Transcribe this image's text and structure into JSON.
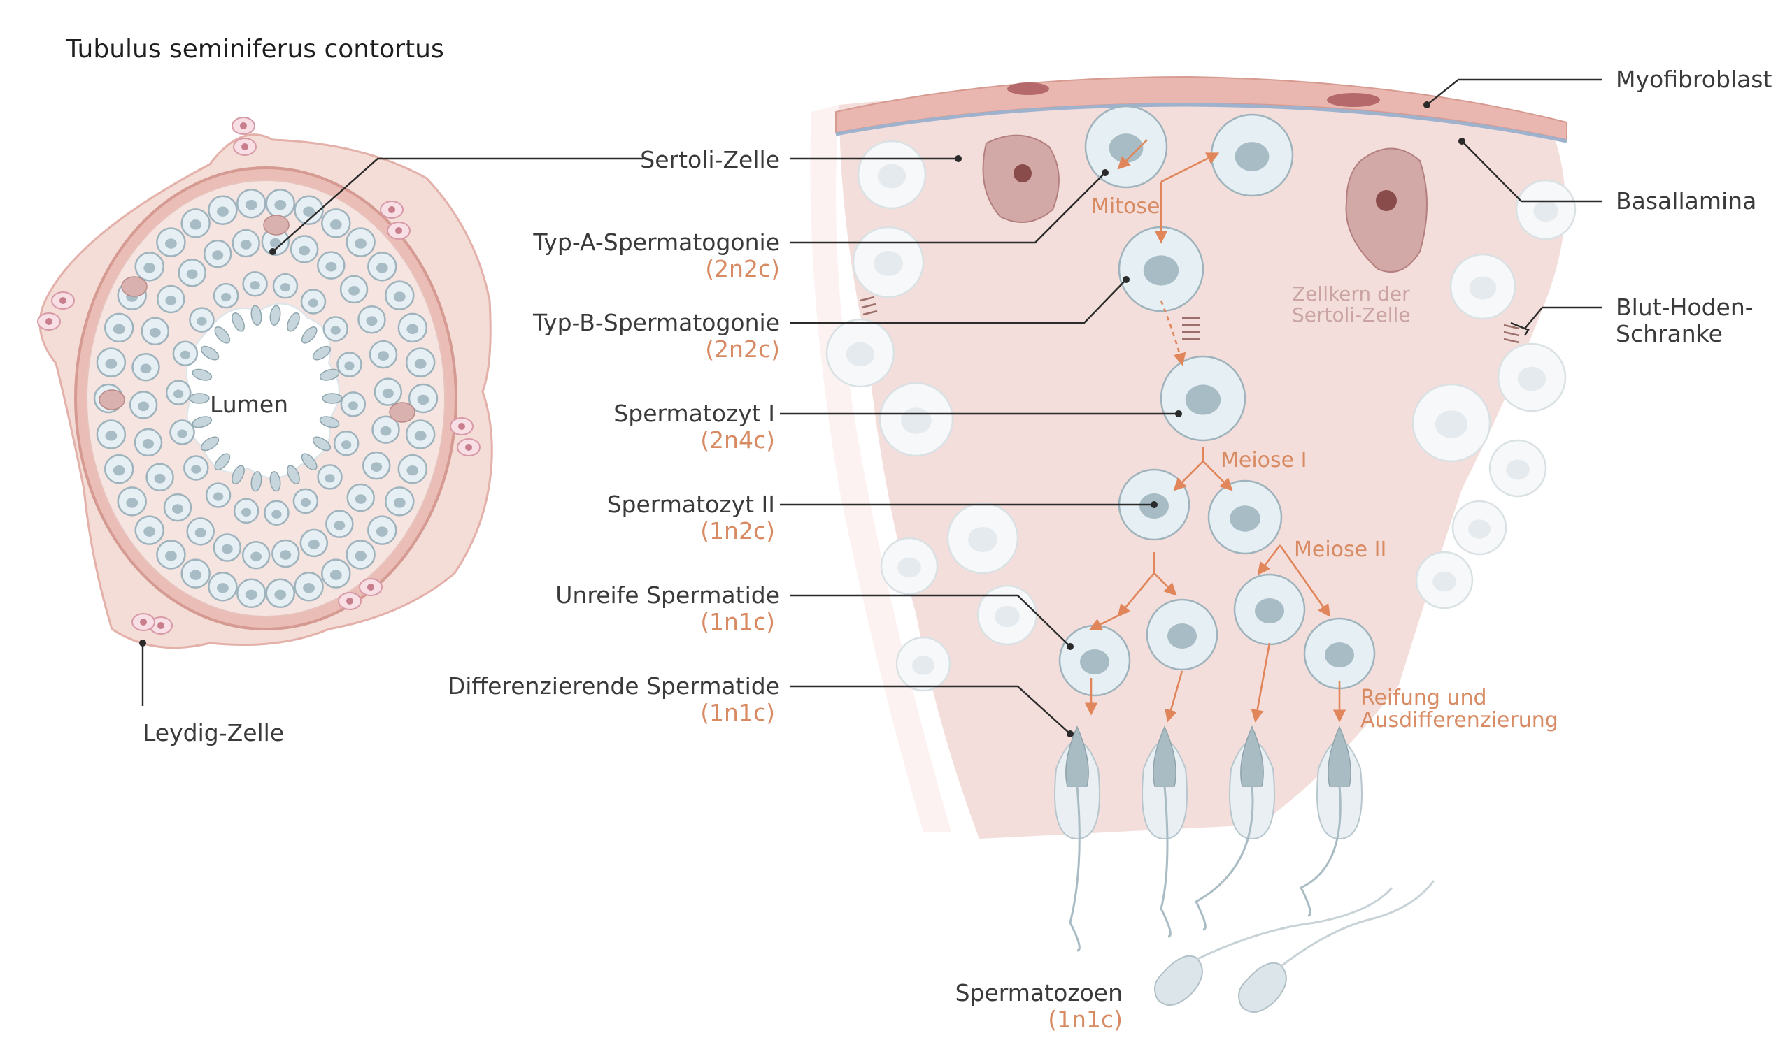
{
  "title": "Tubulus seminiferus contortus",
  "cross_section": {
    "lumen_label": "Lumen",
    "leydig_label": "Leydig-Zelle"
  },
  "labels": {
    "sertoli": "Sertoli-Zelle",
    "typ_a": "Typ-A-Spermatogonie",
    "typ_a_sub": "(2n2c)",
    "typ_b": "Typ-B-Spermatogonie",
    "typ_b_sub": "(2n2c)",
    "spermatozyt_1": "Spermatozyt I",
    "spermatozyt_1_sub": "(2n4c)",
    "spermatozyt_2": "Spermatozyt II",
    "spermatozyt_2_sub": "(1n2c)",
    "unreife": "Unreife Spermatide",
    "unreife_sub": "(1n1c)",
    "differenzierende": "Differenzierende Spermatide",
    "differenzierende_sub": "(1n1c)",
    "myofibroblast": "Myofibroblast",
    "basallamina": "Basallamina",
    "blut_hoden_1": "Blut-Hoden-",
    "blut_hoden_2": "Schranke",
    "spermatozoen": "Spermatozoen",
    "spermatozoen_sub": "(1n1c)"
  },
  "process": {
    "mitose": "Mitose",
    "meiose_1": "Meiose I",
    "meiose_2": "Meiose II",
    "reifung_1": "Reifung und",
    "reifung_2": "Ausdifferenzierung",
    "zellkern_1": "Zellkern der",
    "zellkern_2": "Sertoli-Zelle"
  },
  "colors": {
    "tissue": "#f3dedb",
    "tissue_dark": "#e8bfb8",
    "membrane": "#dd9d95",
    "cell_fill": "#e6eff3",
    "cell_stroke": "#9fb3bd",
    "nucleus": "#a7bcc4",
    "arrow": "#e0865a",
    "sub_text": "#d88a63"
  }
}
